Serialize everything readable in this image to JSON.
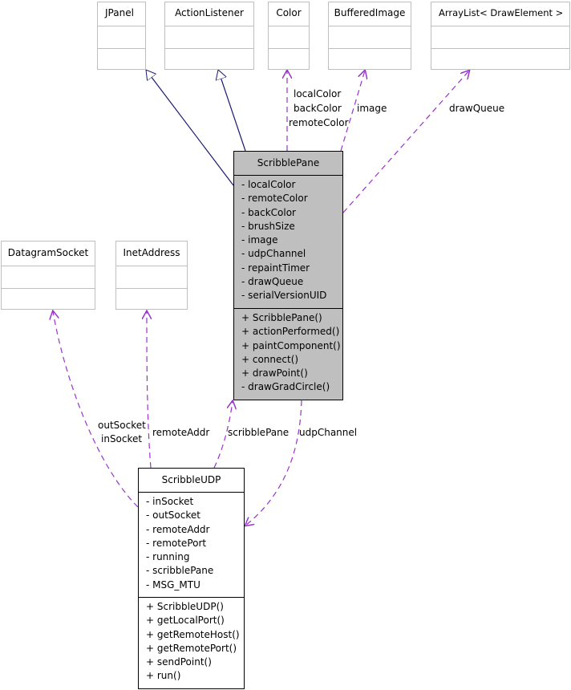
{
  "classes": {
    "jpanel": {
      "name": "JPanel"
    },
    "actionlistener": {
      "name": "ActionListener"
    },
    "color": {
      "name": "Color"
    },
    "bufferedimage": {
      "name": "BufferedImage"
    },
    "arraylist": {
      "name": "ArrayList< DrawElement >"
    },
    "datagramsocket": {
      "name": "DatagramSocket"
    },
    "inetaddress": {
      "name": "InetAddress"
    },
    "scribblepane": {
      "name": "ScribblePane",
      "attributes": [
        "- localColor",
        "- remoteColor",
        "- backColor",
        "- brushSize",
        "- image",
        "- udpChannel",
        "- repaintTimer",
        "- drawQueue",
        "- serialVersionUID"
      ],
      "methods": [
        "+ ScribblePane()",
        "+ actionPerformed()",
        "+ paintComponent()",
        "+ connect()",
        "+ drawPoint()",
        "- drawGradCircle()"
      ]
    },
    "scribbleudp": {
      "name": "ScribbleUDP",
      "attributes": [
        "- inSocket",
        "- outSocket",
        "- remoteAddr",
        "- remotePort",
        "- running",
        "- scribblePane",
        "- MSG_MTU"
      ],
      "methods": [
        "+ ScribbleUDP()",
        "+ getLocalPort()",
        "+ getRemoteHost()",
        "+ getRemotePort()",
        "+ sendPoint()",
        "+ run()"
      ]
    }
  },
  "relations": {
    "color_roles": [
      "localColor",
      "backColor",
      "remoteColor"
    ],
    "image_role": "image",
    "drawqueue_role": "drawQueue",
    "socket_roles": [
      "outSocket",
      "inSocket"
    ],
    "remoteaddr_role": "remoteAddr",
    "scribblepane_role": "scribblePane",
    "udpchannel_role": "udpChannel"
  },
  "colors": {
    "inheritance": "#191970",
    "usage": "#9a32cd",
    "main_fill": "#bfbfbf",
    "external_border": "#bfbfbf"
  }
}
